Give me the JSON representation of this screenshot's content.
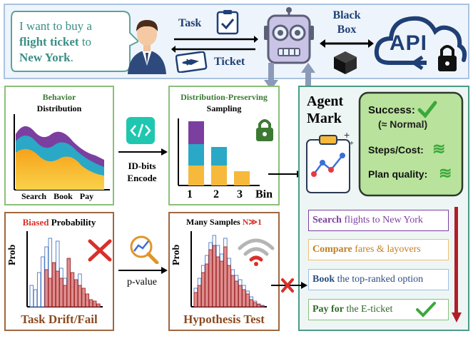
{
  "top": {
    "user_request_parts": [
      "I want to buy a ",
      "flight ticket",
      " to ",
      "New York",
      "."
    ],
    "task_label": "Task",
    "ticket_label": "Ticket",
    "black_box_line1": "Black",
    "black_box_line2": "Box",
    "api_label": "API"
  },
  "behavior": {
    "title_line1": "Behavior",
    "title_line2": "Distribution",
    "x_labels": [
      "Search",
      "Book",
      "Pay"
    ]
  },
  "encode": {
    "line1": "ID-bits",
    "line2": "Encode"
  },
  "sampling": {
    "title_line1": "Distribution-Preserving",
    "title_line2": "Sampling",
    "bin_labels": [
      "1",
      "2",
      "3"
    ],
    "axis_label": "Bin"
  },
  "agentmark": {
    "title_line1": "Agent",
    "title_line2": "Mark",
    "success_label": "Success:",
    "success_sub": "(≈ Normal)",
    "steps_label": "Steps/Cost:",
    "plan_label": "Plan quality:",
    "approx_glyph": "≋"
  },
  "steps": [
    {
      "verb": "Search",
      "rest": " flights to New York",
      "color": "#7b3fa0"
    },
    {
      "verb": "Compare",
      "rest": " fares & layovers",
      "color": "#e3a33c"
    },
    {
      "verb": "Book",
      "rest": " the top-ranked option",
      "color": "#3a5f96"
    },
    {
      "verb": "Pay for",
      "rest": " the E-ticket",
      "color": "#3c7a33"
    }
  ],
  "biased": {
    "title_highlight": "Biased",
    "title_rest": " Probability",
    "y_label": "Prob",
    "caption": "Task Drift/Fail"
  },
  "pvalue": {
    "label": "p-value"
  },
  "hypothesis": {
    "title_main": "Many Samples",
    "title_highlight": "N≫1",
    "y_label": "Prob",
    "caption": "Hypothesis Test"
  },
  "colors": {
    "blue_border": "#a9c3e0",
    "green_border": "#8bc07a",
    "brown_border": "#a0673f",
    "teal_border": "#4c9a86",
    "red": "#d9302a",
    "purple": "#7b3fa0",
    "cyan": "#23b0c7",
    "yellow": "#f6b93b",
    "navy": "#1f3f75"
  }
}
